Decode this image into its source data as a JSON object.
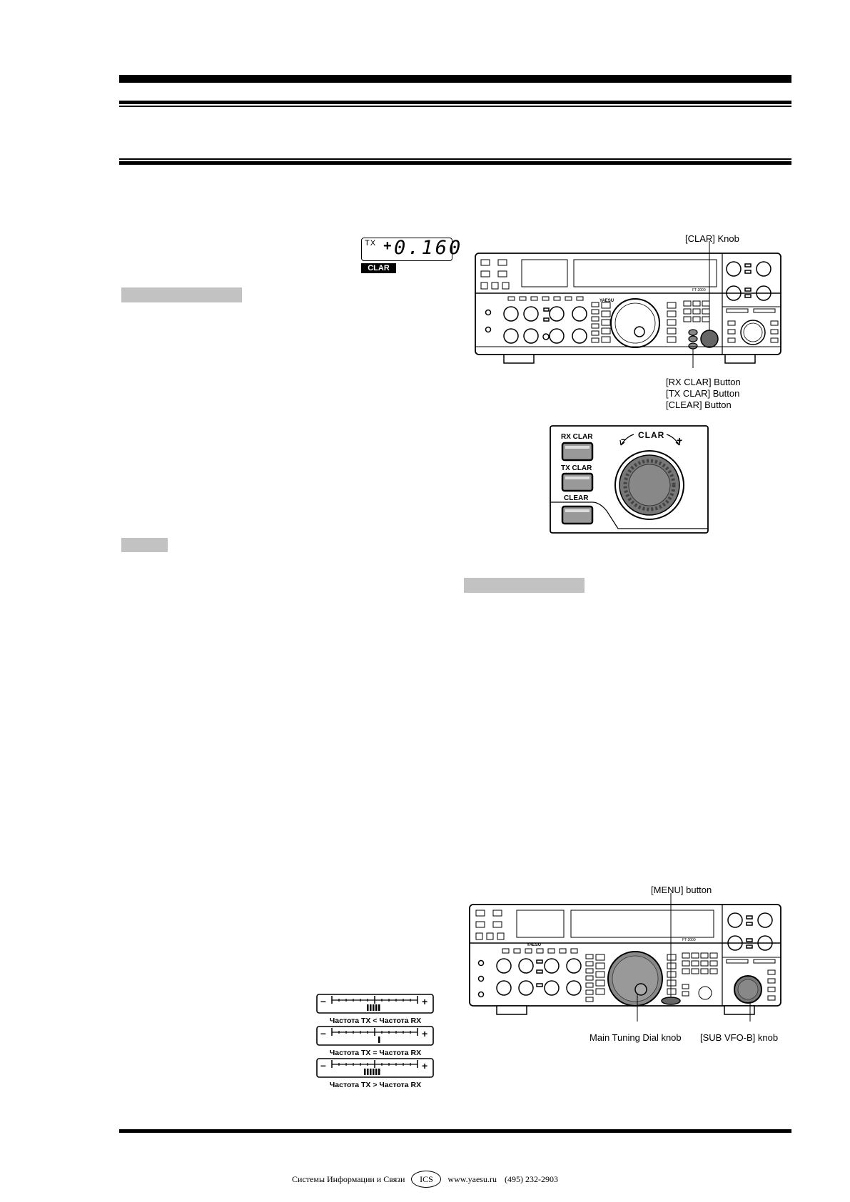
{
  "lcd": {
    "tx_label": "TX",
    "sign": "+",
    "value": "0.160",
    "badge": "CLAR"
  },
  "callouts": {
    "clar_knob": "[CLAR] Knob",
    "rx_clar_button": "[RX CLAR] Button",
    "tx_clar_button": "[TX CLAR] Button",
    "clear_button": "[CLEAR] Button",
    "menu_button": "[MENU] button",
    "main_dial": "Main Tuning Dial knob",
    "sub_vfo": "[SUB VFO-B] knob"
  },
  "closeup": {
    "rx_clar": "RX CLAR",
    "tx_clar": "TX CLAR",
    "clear": "CLEAR",
    "clar": "CLAR",
    "minus": "–",
    "plus": "+"
  },
  "radio": {
    "brand": "YAESU",
    "model_top": "FT-2000",
    "model_bottom": "FT-2000"
  },
  "scales": [
    {
      "caption": "Частота TX < Частота RX",
      "minus": "–",
      "plus": "+",
      "level": -0.45
    },
    {
      "caption": "Частота TX = Частота RX",
      "minus": "–",
      "plus": "+",
      "level": 0
    },
    {
      "caption": "Частота TX > Частота RX",
      "minus": "–",
      "plus": "+",
      "level": -0.6
    }
  ],
  "footer": {
    "org": "Системы Информации и Связи",
    "logo": "ICS",
    "site": "www.yaesu.ru",
    "phone": "(495) 232-2903"
  }
}
